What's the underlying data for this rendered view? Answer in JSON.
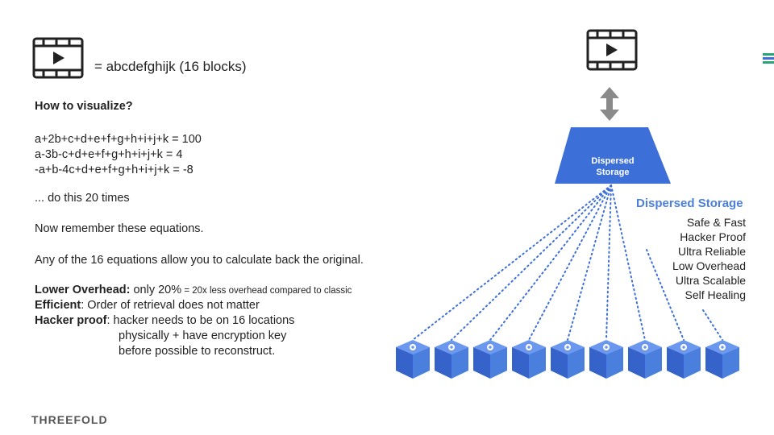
{
  "header": {
    "video_icon": "video-play-icon",
    "equals_text": "= abcdefghijk   (16 blocks)"
  },
  "left": {
    "heading": "How to visualize?",
    "equations": [
      "a+2b+c+d+e+f+g+h+i+j+k = 100",
      "a-3b-c+d+e+f+g+h+i+j+k = 4",
      "-a+b-4c+d+e+f+g+h+i+j+k = -8"
    ],
    "repeat": "... do this 20 times",
    "remember": "Now remember these equations.",
    "any16": "Any of the 16 equations allow you to calculate back the original.",
    "overhead_label": "Lower Overhead:",
    "overhead_value": " only 20%",
    "overhead_note": " = 20x less overhead compared to classic",
    "efficient_label": "Efficient",
    "efficient_text": ": Order of retrieval does not matter",
    "hacker_label": "Hacker proof",
    "hacker_text_1": ": hacker needs to be on 16 locations",
    "hacker_text_2": "physically + have encryption key",
    "hacker_text_3": "before possible to reconstruct."
  },
  "diagram": {
    "video_icon": "video-play-icon",
    "arrow_icon": "double-arrow-icon",
    "trapezoid_label_1": "Dispersed",
    "trapezoid_label_2": "Storage",
    "title": "Dispersed Storage",
    "features": [
      "Safe & Fast",
      "Hacker Proof",
      "Ultra Reliable",
      "Low Overhead",
      "Ultra Scalable",
      "Self Healing"
    ],
    "cube_count": 9,
    "cube_icon": "storage-cube-icon"
  },
  "footer": {
    "logo_text": "THREEFOLD"
  },
  "colors": {
    "accent": "#4a7fde",
    "cube": "#3d6fd9",
    "arrow": "#8a8a8a",
    "menu_green": "#2aa37a",
    "menu_blue": "#3d6fd9"
  }
}
